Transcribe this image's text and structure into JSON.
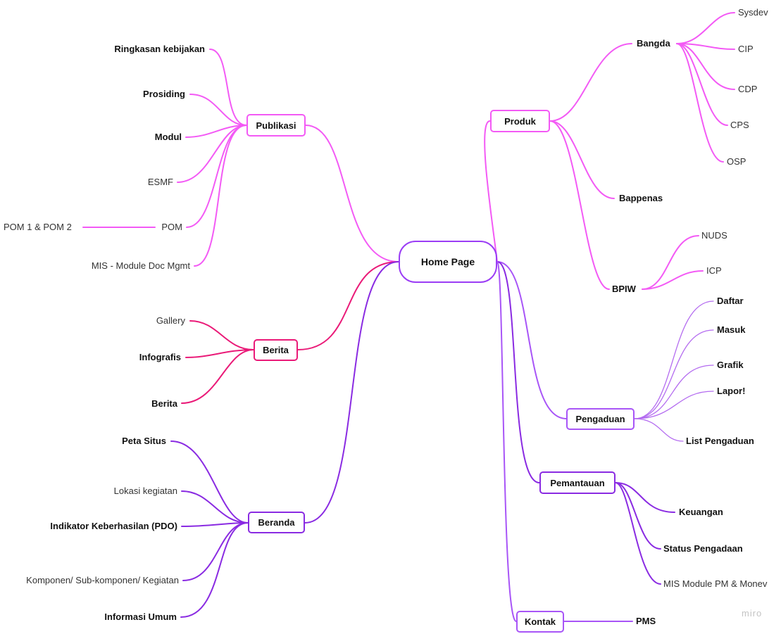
{
  "colors": {
    "magenta": "#f35af5",
    "crimson": "#ea1a78",
    "purple": "#8a2be2",
    "violet": "#a855f7",
    "purple_light": "#b46cf0",
    "root_border": "#9b3df5"
  },
  "root": {
    "label": "Home Page"
  },
  "branches": {
    "publikasi": {
      "label": "Publikasi",
      "children": [
        "Ringkasan kebijakan",
        "Prosiding",
        "Modul",
        "ESMF",
        "POM",
        "MIS - Module Doc Mgmt"
      ],
      "pom_child": "POM 1 & POM 2"
    },
    "berita": {
      "label": "Berita",
      "children": [
        "Gallery",
        "Infografis",
        "Berita"
      ]
    },
    "beranda": {
      "label": "Beranda",
      "children": [
        "Peta Situs",
        "Lokasi kegiatan",
        "Indikator Keberhasilan (PDO)",
        "Komponen/ Sub-komponen/ Kegiatan",
        "Informasi Umum"
      ]
    },
    "produk": {
      "label": "Produk",
      "bangda": {
        "label": "Bangda",
        "children": [
          "Sysdev",
          "CIP",
          "CDP",
          "CPS",
          "OSP"
        ]
      },
      "bappenas": {
        "label": "Bappenas"
      },
      "bpiw": {
        "label": "BPIW",
        "children": [
          "NUDS",
          "ICP"
        ]
      }
    },
    "pengaduan": {
      "label": "Pengaduan",
      "children": [
        "Daftar",
        "Masuk",
        "Grafik",
        "Lapor!",
        "List Pengaduan"
      ]
    },
    "pemantauan": {
      "label": "Pemantauan",
      "children": [
        "Keuangan",
        "Status Pengadaan",
        "MIS Module PM & Monev"
      ]
    },
    "kontak": {
      "label": "Kontak",
      "children": [
        "PMS"
      ]
    }
  },
  "watermark": "miro"
}
